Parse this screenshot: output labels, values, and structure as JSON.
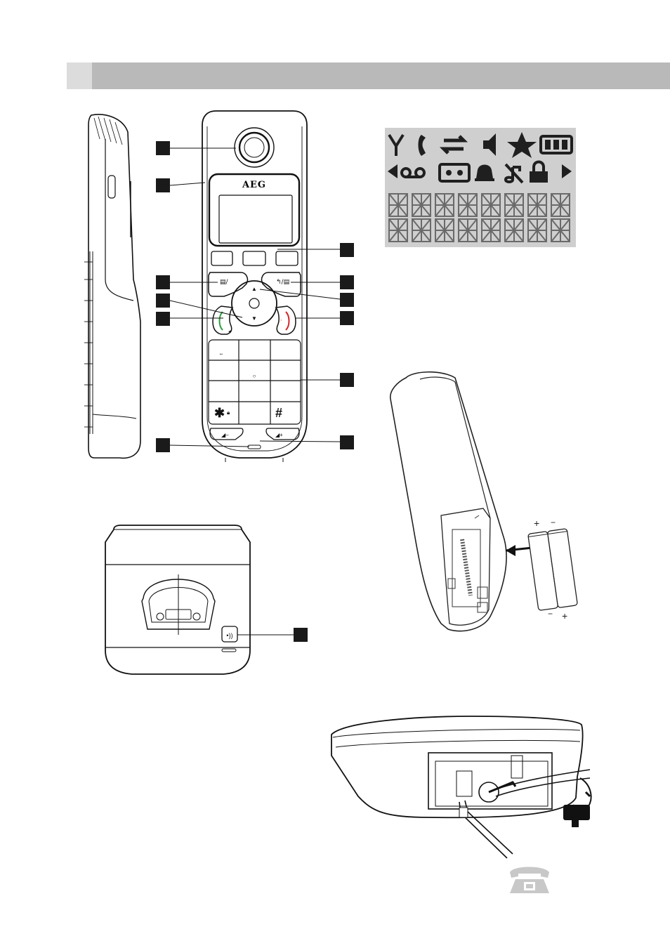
{
  "header": {
    "section_title": ""
  },
  "handset": {
    "brand": "AEG",
    "callout_count": 13
  },
  "lcd_display": {
    "icons_row1": [
      "signal-antenna-icon",
      "phone-handset-icon",
      "transfer-arrows-icon",
      "speaker-icon",
      "star-icon",
      "battery-icon"
    ],
    "icons_row2": [
      "left-arrow-icon",
      "voicemail-icon",
      "answering-machine-icon",
      "bell-icon",
      "ringer-off-icon",
      "lock-icon",
      "right-arrow-icon"
    ],
    "segment_rows": 2,
    "segment_columns": 8
  },
  "base_station": {
    "page_button_icon": "paging-icon"
  },
  "battery_insertion": {
    "plus_sign": "+",
    "minus_sign": "−"
  },
  "connection": {
    "phone_icon": "telephone-icon"
  },
  "colors": {
    "header_bar": "#b9b9b9",
    "header_tab": "#dcdcdc",
    "lcd_background": "#cfcfcf",
    "lcd_icon": "#1f1f1f",
    "call_key": "#2e9e3e",
    "end_key": "#d4262a"
  }
}
